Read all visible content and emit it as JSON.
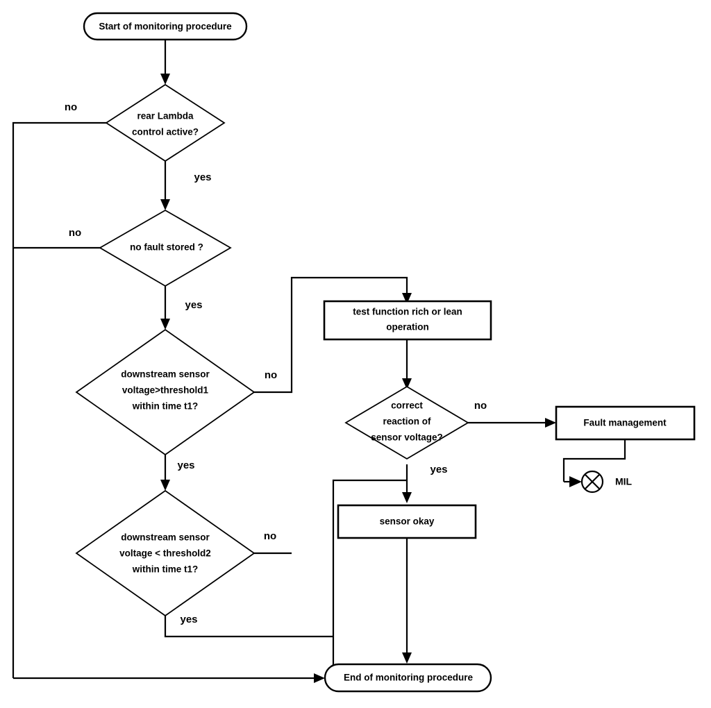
{
  "diagram": {
    "title": "Monitoring procedure flowchart",
    "type": "flowchart",
    "background_color": "#ffffff",
    "line_color": "#000000",
    "text_color": "#000000"
  },
  "nodes": {
    "start": {
      "label": "Start of monitoring procedure",
      "shape": "terminator"
    },
    "rear_lambda": {
      "line1": "rear Lambda",
      "line2": "control active?",
      "shape": "decision"
    },
    "no_fault": {
      "label": "no fault stored ?",
      "shape": "decision"
    },
    "threshold1": {
      "line1": "downstream sensor",
      "line2": "voltage>threshold1",
      "line3": "within time t1?",
      "shape": "decision"
    },
    "threshold2": {
      "line1": "downstream sensor",
      "line2": "voltage < threshold2",
      "line3": "within time t1?",
      "shape": "decision"
    },
    "test_function": {
      "line1": "test function rich or lean",
      "line2": "operation",
      "shape": "process"
    },
    "correct_reaction": {
      "line1": "correct",
      "line2": "reaction of",
      "line3": "sensor voltage?",
      "shape": "decision"
    },
    "fault_management": {
      "label": "Fault management",
      "shape": "process"
    },
    "sensor_okay": {
      "label": "sensor okay",
      "shape": "process"
    },
    "mil": {
      "label": "MIL",
      "shape": "circle-with-x"
    },
    "end": {
      "label": "End of monitoring procedure",
      "shape": "terminator"
    }
  },
  "edge_labels": {
    "rear_lambda_no": "no",
    "rear_lambda_yes": "yes",
    "no_fault_no": "no",
    "no_fault_yes": "yes",
    "threshold1_no": "no",
    "threshold1_yes": "yes",
    "threshold2_no": "no",
    "threshold2_yes": "yes",
    "correct_reaction_no": "no",
    "correct_reaction_yes": "yes"
  },
  "chart_data": {
    "type": "table",
    "title": "Monitoring procedure flowchart",
    "nodes": [
      {
        "id": "start",
        "text": "Start of monitoring procedure",
        "shape": "terminator"
      },
      {
        "id": "rear_lambda",
        "text": "rear Lambda control active?",
        "shape": "decision"
      },
      {
        "id": "no_fault",
        "text": "no fault stored ?",
        "shape": "decision"
      },
      {
        "id": "threshold1",
        "text": "downstream sensor voltage>threshold1 within time t1?",
        "shape": "decision"
      },
      {
        "id": "threshold2",
        "text": "downstream sensor voltage < threshold2 within time t1?",
        "shape": "decision"
      },
      {
        "id": "test_function",
        "text": "test function rich or lean operation",
        "shape": "process"
      },
      {
        "id": "correct_reaction",
        "text": "correct reaction of sensor voltage?",
        "shape": "decision"
      },
      {
        "id": "fault_management",
        "text": "Fault management",
        "shape": "process"
      },
      {
        "id": "sensor_okay",
        "text": "sensor okay",
        "shape": "process"
      },
      {
        "id": "mil",
        "text": "MIL",
        "shape": "circle-with-x"
      },
      {
        "id": "end",
        "text": "End of monitoring procedure",
        "shape": "terminator"
      }
    ],
    "edges": [
      {
        "from": "start",
        "to": "rear_lambda",
        "label": ""
      },
      {
        "from": "rear_lambda",
        "to": "end",
        "label": "no"
      },
      {
        "from": "rear_lambda",
        "to": "no_fault",
        "label": "yes"
      },
      {
        "from": "no_fault",
        "to": "end",
        "label": "no"
      },
      {
        "from": "no_fault",
        "to": "threshold1",
        "label": "yes"
      },
      {
        "from": "threshold1",
        "to": "test_function",
        "label": "no"
      },
      {
        "from": "threshold1",
        "to": "threshold2",
        "label": "yes"
      },
      {
        "from": "threshold2",
        "to": "test_function",
        "label": "no"
      },
      {
        "from": "threshold2",
        "to": "end",
        "label": "yes"
      },
      {
        "from": "test_function",
        "to": "correct_reaction",
        "label": ""
      },
      {
        "from": "correct_reaction",
        "to": "fault_management",
        "label": "no"
      },
      {
        "from": "correct_reaction",
        "to": "sensor_okay",
        "label": "yes"
      },
      {
        "from": "fault_management",
        "to": "mil",
        "label": ""
      },
      {
        "from": "sensor_okay",
        "to": "end",
        "label": ""
      }
    ]
  }
}
